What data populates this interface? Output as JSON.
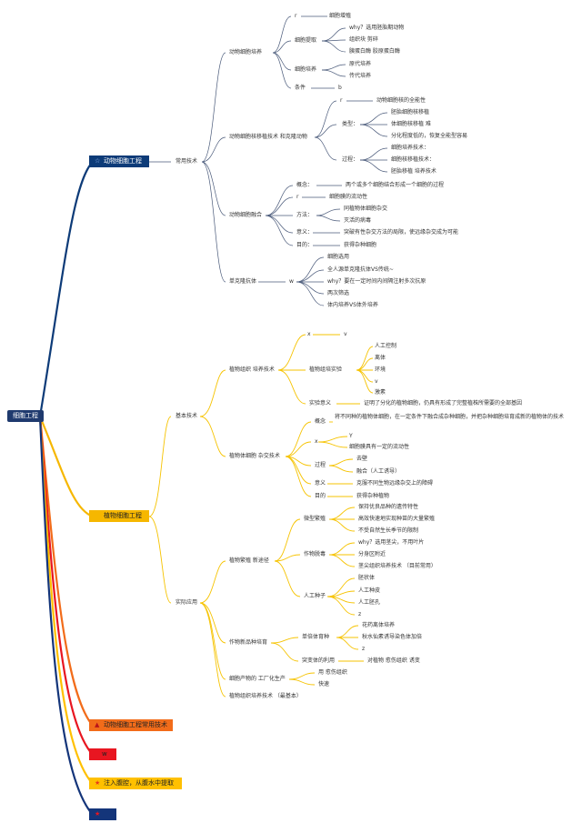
{
  "root": {
    "label": "细胞工程"
  },
  "animal": {
    "label": "动物细胞工程",
    "common_tech": "常用技术",
    "culture": {
      "label": "动物细胞培养",
      "items": [
        "r",
        "细胞增殖"
      ],
      "extract": {
        "label": "细胞提取",
        "items": [
          "why？选用胚胎期动物",
          "组织块 剪碎",
          "胰蛋白酶 胶原蛋白酶"
        ]
      },
      "cell_culture": {
        "label": "细胞培养",
        "items": [
          "原代培养",
          "传代培养"
        ]
      },
      "conditions": {
        "label": "条件",
        "value": "b"
      }
    },
    "nuclear": {
      "label": "动物细胞核移植技术 和克隆动物",
      "r": "r",
      "r_text": "动物细胞核的全能性",
      "types_label": "类型：",
      "types": [
        "胚胎细胞核移植",
        "体细胞核移植 难",
        "分化程度低的，恢复全能型容易"
      ],
      "process_label": "过程：",
      "process": [
        "细胞培养技术：",
        "细胞核移植技术：",
        "胚胎移植 培养技术"
      ]
    },
    "fusion": {
      "label": "动物细胞融合",
      "concept_label": "概念：",
      "concept": "两个或多个细胞结合形成一个细胞的过程",
      "r": "r",
      "r_text": "细胞膜的流动性",
      "method_label": "方法：",
      "methods": [
        "同植物体细胞杂交",
        "灭活的病毒"
      ],
      "meaning_label": "意义：",
      "meaning": "突破有性杂交方法的局限，使远缘杂交成为可能",
      "purpose_label": "目的：",
      "purpose": "获得杂种细胞"
    },
    "mab": {
      "label": "单克隆抗体",
      "w": "w",
      "items": [
        "细胞选用",
        "全人源单克隆抗体VS传统~",
        "why？要在一定时间内间隔注射多次抗原",
        "两次筛选",
        "体内培养VS体外培养"
      ]
    }
  },
  "plant": {
    "label": "植物细胞工程",
    "basic": {
      "label": "基本技术",
      "tissue": {
        "label": "植物组织 培养技术",
        "x": "x",
        "v": "v",
        "exp_label": "植物组培实验",
        "exp_items": [
          "人工控制",
          "离体",
          "环境",
          "v",
          "激素"
        ],
        "meaning_label": "实验意义",
        "meaning": "证明了分化的植物细胞，仍具有形成了完整植株所需要的全部基因"
      },
      "somatic": {
        "label": "植物体细胞 杂交技术",
        "concept_label": "概念",
        "concept": "将不同种的植物体细胞，在一定条件下融合成杂种细胞，并把杂种细胞培育成新的植物体的技术",
        "x": "x",
        "y": "Y",
        "x_text": "细胞膜具有一定的流动性",
        "process_label": "过程",
        "process": [
          "去壁",
          "融合（人工诱导）"
        ],
        "meaning_label": "意义",
        "meaning": "克服不同生物远缘杂交上的障碍",
        "purpose_label": "目的",
        "purpose": "获得杂种植物"
      }
    },
    "applied": {
      "label": "实际应用",
      "prop": {
        "label": "植物繁殖 新途径",
        "micro_label": "微型繁殖",
        "micro": [
          "保持优良品种的遗传特性",
          "高效快速地实现种苗的大量繁殖",
          "不受自然生长季节的限制"
        ],
        "detox_label": "作物脱毒",
        "detox": [
          "why？选用茎尖，不用叶片",
          "分身区附近",
          "茎尖组织培养技术 （目前常用）"
        ],
        "seed_label": "人工种子",
        "seed": [
          "胚状体",
          "人工种皮",
          "人工胚孔",
          "z"
        ]
      },
      "breeding": {
        "label": "作物新品种培育",
        "haploid_label": "单倍体育种",
        "haploid": [
          "花药离体培养",
          "秋水仙素诱导染色体加倍",
          "z"
        ],
        "mutant_label": "突变体的利用",
        "mutant": "对植物 愈伤组织 诱变"
      },
      "industry": {
        "label": "细胞产物的 工厂化生产",
        "items": [
          "用 愈伤组织",
          "快速"
        ]
      },
      "basic_tech": "植物组织培养技术 （最基本）"
    }
  },
  "b3": {
    "label": "动物细胞工程常用技术"
  },
  "b4": {
    "label": "w"
  },
  "b5": {
    "label": "注入腹腔，从腹水中提取"
  },
  "b6": {
    "label": ""
  },
  "colors": {
    "navy": "#0d3b78",
    "gold": "#f6b700",
    "orange": "#f26c1a",
    "red": "#e81621",
    "yellow": "#ffc000",
    "darkblue": "#14357a"
  }
}
